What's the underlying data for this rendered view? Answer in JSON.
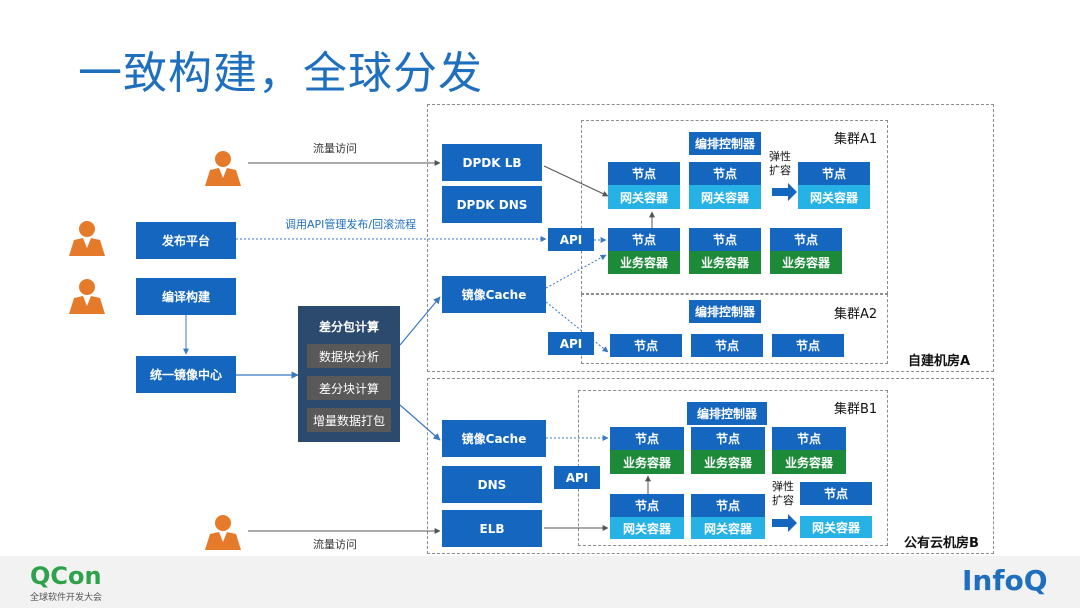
{
  "slide": {
    "title": "一致构建，全球分发"
  },
  "flow_labels": {
    "traffic_top": "流量访问",
    "api_manage": "调用API管理发布/回滚流程",
    "traffic_bottom": "流量访问"
  },
  "left": {
    "publish_platform": "发布平台",
    "compile_build": "编译构建",
    "image_center": "统一镜像中心"
  },
  "diff": {
    "title": "差分包计算",
    "items": [
      "数据块分析",
      "差分块计算",
      "增量数据打包"
    ]
  },
  "room_a": {
    "label": "自建机房A",
    "dpdk_lb": "DPDK LB",
    "dpdk_dns": "DPDK DNS",
    "api": "API",
    "image_cache": "镜像Cache",
    "api2": "API",
    "cluster_a1": {
      "label": "集群A1",
      "orchestrator": "编排控制器",
      "elastic": [
        "弹性",
        "扩容"
      ],
      "node": "节点",
      "gateway": "网关容器",
      "business": "业务容器"
    },
    "cluster_a2": {
      "label": "集群A2",
      "orchestrator": "编排控制器",
      "node": "节点"
    }
  },
  "room_b": {
    "label": "公有云机房B",
    "image_cache": "镜像Cache",
    "dns": "DNS",
    "elb": "ELB",
    "api": "API",
    "cluster_b1": {
      "label": "集群B1",
      "orchestrator": "编排控制器",
      "elastic": [
        "弹性",
        "扩容"
      ],
      "node": "节点",
      "gateway": "网关容器",
      "business": "业务容器"
    }
  },
  "footer": {
    "qcon_logo": "QCon",
    "qcon_sub": "全球软件开发大会",
    "infoq_logo": "InfoQ"
  },
  "colors": {
    "primary_blue": "#1566bf",
    "gateway_cyan": "#27b2e6",
    "business_green": "#1d8a3a",
    "user_orange": "#e57a2a"
  },
  "icons": [
    "user-icon"
  ]
}
